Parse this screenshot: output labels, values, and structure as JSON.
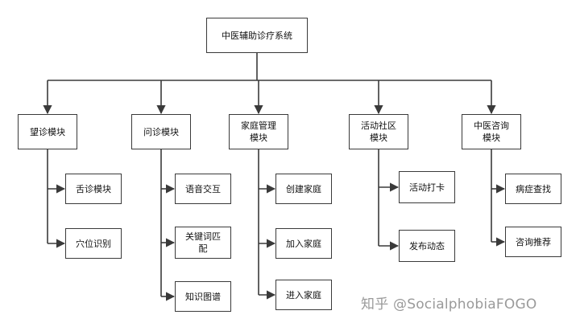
{
  "root": {
    "label": "中医辅助诊疗系统"
  },
  "modules": [
    {
      "label": "望诊模块",
      "children": [
        "舌诊模块",
        "穴位识别"
      ]
    },
    {
      "label": "问诊模块",
      "children": [
        "语音交互",
        "关键词匹\n配",
        "知识图谱"
      ]
    },
    {
      "label": "家庭管理\n模块",
      "children": [
        "创建家庭",
        "加入家庭",
        "进入家庭"
      ]
    },
    {
      "label": "活动社区\n模块",
      "children": [
        "活动打卡",
        "发布动态"
      ]
    },
    {
      "label": "中医咨询\n模块",
      "children": [
        "病症查找",
        "咨询推荐"
      ]
    }
  ],
  "watermark": "知乎 @SocialphobiaFOGO",
  "colors": {
    "line": "#3a3a3a",
    "watermark": "#9a9a9a"
  }
}
